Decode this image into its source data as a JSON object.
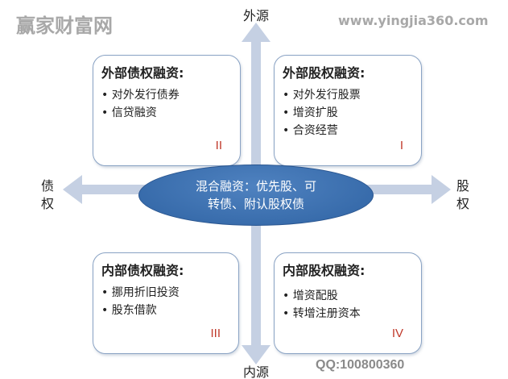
{
  "axes": {
    "top": "外源",
    "bottom": "内源",
    "left": "债权",
    "right": "股权"
  },
  "quadrants": [
    {
      "id": "II",
      "title": "外部债权融资:",
      "items": [
        "对外发行债券",
        "信贷融资"
      ],
      "numeral": "II"
    },
    {
      "id": "I",
      "title": "外部股权融资:",
      "items": [
        "对外发行股票",
        "增资扩股",
        "合资经营"
      ],
      "numeral": "I"
    },
    {
      "id": "III",
      "title": "内部债权融资:",
      "items": [
        "挪用折旧投资",
        "股东借款"
      ],
      "numeral": "III"
    },
    {
      "id": "IV",
      "title": "内部股权融资:",
      "items": [
        "增资配股",
        "转增注册资本"
      ],
      "numeral": "IV"
    }
  ],
  "center": {
    "line1": "混合融资：优先股、可",
    "line2": "转债、附认股权债"
  },
  "watermark": {
    "brand": "赢家财富网",
    "url": "www.yingjia360.com",
    "qq": "QQ:100800360"
  },
  "colors": {
    "axis": "#c5d0e3",
    "ellipse": "#3a6eb0",
    "numeral": "#c0392b",
    "border": "#8aa3c4"
  }
}
